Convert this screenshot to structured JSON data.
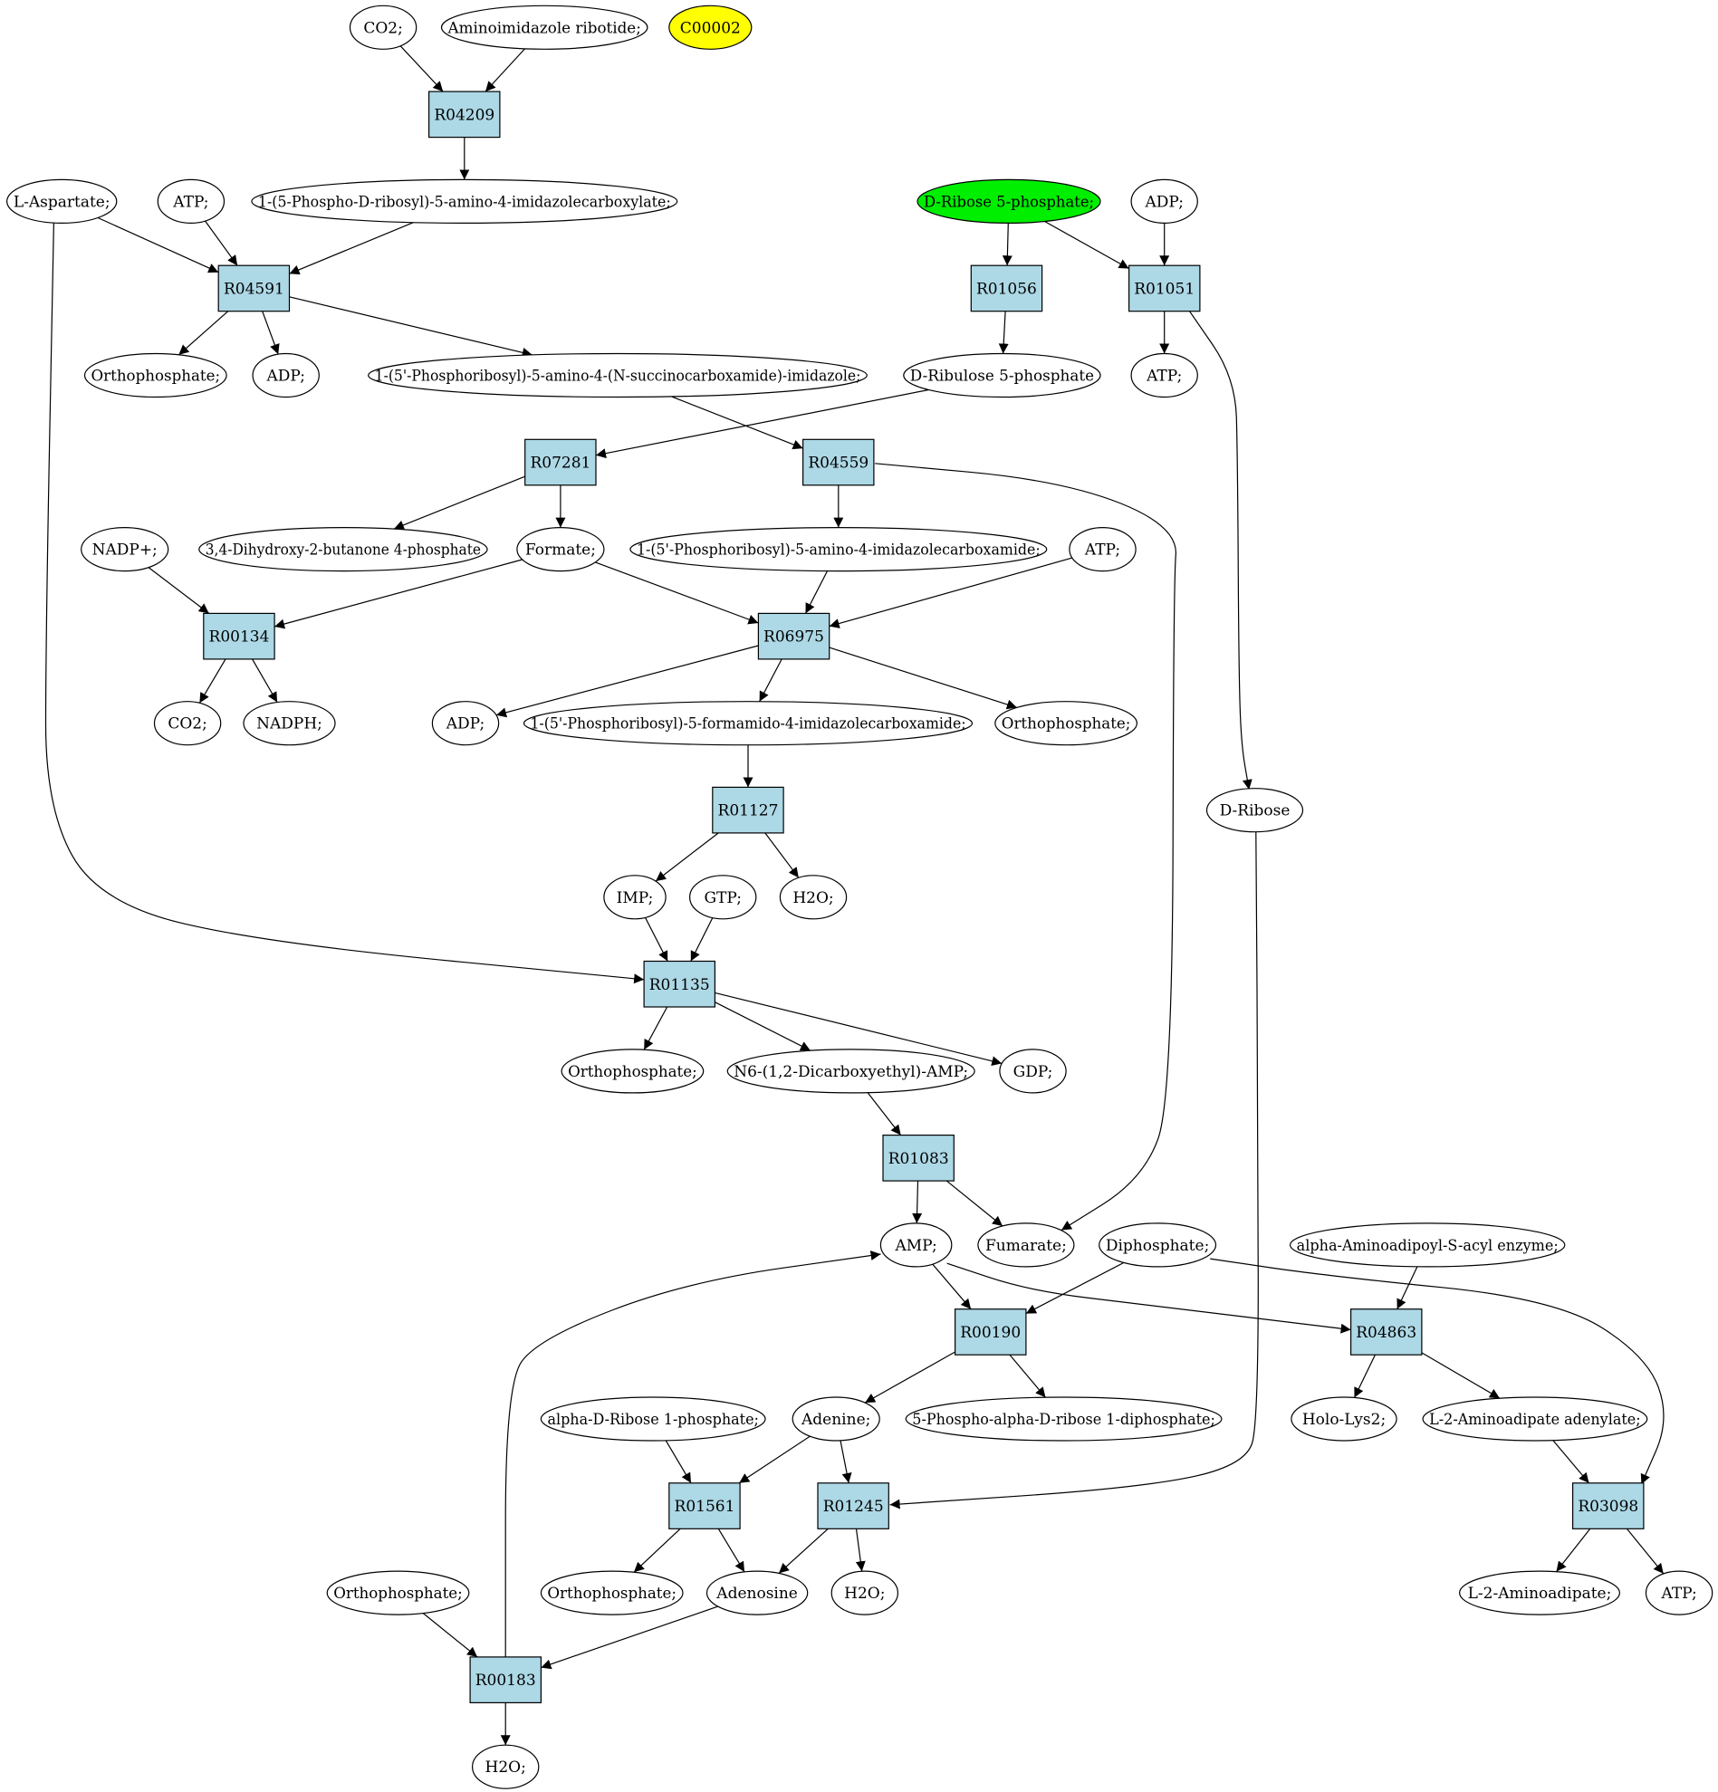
{
  "colors": {
    "reaction_fill": "#add8e6",
    "compound_fill": "#ffffff",
    "highlight_yellow": "#ffff00",
    "highlight_green": "#00ee00",
    "edge": "#000000"
  },
  "nodes": [
    {
      "id": "co2_top",
      "label": "CO2;",
      "kind": "compound"
    },
    {
      "id": "air",
      "label": "Aminoimidazole ribotide;",
      "kind": "compound"
    },
    {
      "id": "c00002",
      "label": "C00002",
      "kind": "compound",
      "fill": "yellow"
    },
    {
      "id": "R04209",
      "label": "R04209",
      "kind": "reaction"
    },
    {
      "id": "laspartate",
      "label": "L-Aspartate;",
      "kind": "compound"
    },
    {
      "id": "atp1",
      "label": "ATP;",
      "kind": "compound"
    },
    {
      "id": "caair",
      "label": "1-(5-Phospho-D-ribosyl)-5-amino-4-imidazolecarboxylate;",
      "kind": "compound"
    },
    {
      "id": "r5p",
      "label": "D-Ribose 5-phosphate;",
      "kind": "compound",
      "fill": "green"
    },
    {
      "id": "adp_top",
      "label": "ADP;",
      "kind": "compound"
    },
    {
      "id": "R04591",
      "label": "R04591",
      "kind": "reaction"
    },
    {
      "id": "R01056",
      "label": "R01056",
      "kind": "reaction"
    },
    {
      "id": "R01051",
      "label": "R01051",
      "kind": "reaction"
    },
    {
      "id": "ortho1",
      "label": "Orthophosphate;",
      "kind": "compound"
    },
    {
      "id": "adp1",
      "label": "ADP;",
      "kind": "compound"
    },
    {
      "id": "saicar",
      "label": "1-(5'-Phosphoribosyl)-5-amino-4-(N-succinocarboxamide)-imidazole;",
      "kind": "compound"
    },
    {
      "id": "ru5p",
      "label": "D-Ribulose 5-phosphate",
      "kind": "compound"
    },
    {
      "id": "atp_r01051",
      "label": "ATP;",
      "kind": "compound"
    },
    {
      "id": "R07281",
      "label": "R07281",
      "kind": "reaction"
    },
    {
      "id": "R04559",
      "label": "R04559",
      "kind": "reaction"
    },
    {
      "id": "nadp",
      "label": "NADP+;",
      "kind": "compound"
    },
    {
      "id": "dhbp",
      "label": "3,4-Dihydroxy-2-butanone 4-phosphate",
      "kind": "compound"
    },
    {
      "id": "formate",
      "label": "Formate;",
      "kind": "compound"
    },
    {
      "id": "aicar",
      "label": "1-(5'-Phosphoribosyl)-5-amino-4-imidazolecarboxamide;",
      "kind": "compound"
    },
    {
      "id": "atp2",
      "label": "ATP;",
      "kind": "compound"
    },
    {
      "id": "R00134",
      "label": "R00134",
      "kind": "reaction"
    },
    {
      "id": "R06975",
      "label": "R06975",
      "kind": "reaction"
    },
    {
      "id": "co2_2",
      "label": "CO2;",
      "kind": "compound"
    },
    {
      "id": "nadph",
      "label": "NADPH;",
      "kind": "compound"
    },
    {
      "id": "adp2",
      "label": "ADP;",
      "kind": "compound"
    },
    {
      "id": "faicar",
      "label": "1-(5'-Phosphoribosyl)-5-formamido-4-imidazolecarboxamide;",
      "kind": "compound"
    },
    {
      "id": "ortho2",
      "label": "Orthophosphate;",
      "kind": "compound"
    },
    {
      "id": "R01127",
      "label": "R01127",
      "kind": "reaction"
    },
    {
      "id": "dribose",
      "label": "D-Ribose",
      "kind": "compound"
    },
    {
      "id": "imp",
      "label": "IMP;",
      "kind": "compound"
    },
    {
      "id": "gtp",
      "label": "GTP;",
      "kind": "compound"
    },
    {
      "id": "h2o1",
      "label": "H2O;",
      "kind": "compound"
    },
    {
      "id": "R01135",
      "label": "R01135",
      "kind": "reaction"
    },
    {
      "id": "ortho3",
      "label": "Orthophosphate;",
      "kind": "compound"
    },
    {
      "id": "s_amp",
      "label": "N6-(1,2-Dicarboxyethyl)-AMP;",
      "kind": "compound"
    },
    {
      "id": "gdp",
      "label": "GDP;",
      "kind": "compound"
    },
    {
      "id": "R01083",
      "label": "R01083",
      "kind": "reaction"
    },
    {
      "id": "amp",
      "label": "AMP;",
      "kind": "compound"
    },
    {
      "id": "fumarate",
      "label": "Fumarate;",
      "kind": "compound"
    },
    {
      "id": "diphosphate",
      "label": "Diphosphate;",
      "kind": "compound"
    },
    {
      "id": "aaa_enzyme",
      "label": "alpha-Aminoadipoyl-S-acyl enzyme;",
      "kind": "compound"
    },
    {
      "id": "R00190",
      "label": "R00190",
      "kind": "reaction"
    },
    {
      "id": "R04863",
      "label": "R04863",
      "kind": "reaction"
    },
    {
      "id": "r1p",
      "label": "alpha-D-Ribose 1-phosphate;",
      "kind": "compound"
    },
    {
      "id": "adenine",
      "label": "Adenine;",
      "kind": "compound"
    },
    {
      "id": "prpp",
      "label": "5-Phospho-alpha-D-ribose 1-diphosphate;",
      "kind": "compound"
    },
    {
      "id": "hololys2",
      "label": "Holo-Lys2;",
      "kind": "compound"
    },
    {
      "id": "aad_adenylate",
      "label": "L-2-Aminoadipate adenylate;",
      "kind": "compound"
    },
    {
      "id": "R01561",
      "label": "R01561",
      "kind": "reaction"
    },
    {
      "id": "R01245",
      "label": "R01245",
      "kind": "reaction"
    },
    {
      "id": "R03098",
      "label": "R03098",
      "kind": "reaction"
    },
    {
      "id": "ortho_left",
      "label": "Orthophosphate;",
      "kind": "compound"
    },
    {
      "id": "ortho4",
      "label": "Orthophosphate;",
      "kind": "compound"
    },
    {
      "id": "adenosine",
      "label": "Adenosine",
      "kind": "compound"
    },
    {
      "id": "h2o2",
      "label": "H2O;",
      "kind": "compound"
    },
    {
      "id": "aad",
      "label": "L-2-Aminoadipate;",
      "kind": "compound"
    },
    {
      "id": "atp3",
      "label": "ATP;",
      "kind": "compound"
    },
    {
      "id": "R00183",
      "label": "R00183",
      "kind": "reaction"
    },
    {
      "id": "h2o3",
      "label": "H2O;",
      "kind": "compound"
    }
  ],
  "edges": [
    {
      "from": "co2_top",
      "to": "R04209"
    },
    {
      "from": "air",
      "to": "R04209"
    },
    {
      "from": "R04209",
      "to": "caair"
    },
    {
      "from": "laspartate",
      "to": "R04591"
    },
    {
      "from": "atp1",
      "to": "R04591"
    },
    {
      "from": "caair",
      "to": "R04591"
    },
    {
      "from": "R04591",
      "to": "ortho1"
    },
    {
      "from": "R04591",
      "to": "adp1"
    },
    {
      "from": "R04591",
      "to": "saicar"
    },
    {
      "from": "r5p",
      "to": "R01056"
    },
    {
      "from": "r5p",
      "to": "R01051"
    },
    {
      "from": "adp_top",
      "to": "R01051"
    },
    {
      "from": "R01056",
      "to": "ru5p"
    },
    {
      "from": "R01051",
      "to": "atp_r01051"
    },
    {
      "from": "R01051",
      "to": "dribose"
    },
    {
      "from": "ru5p",
      "to": "R07281"
    },
    {
      "from": "saicar",
      "to": "R04559"
    },
    {
      "from": "R07281",
      "to": "dhbp"
    },
    {
      "from": "R07281",
      "to": "formate"
    },
    {
      "from": "R04559",
      "to": "aicar"
    },
    {
      "from": "R04559",
      "to": "fumarate"
    },
    {
      "from": "nadp",
      "to": "R00134"
    },
    {
      "from": "formate",
      "to": "R00134"
    },
    {
      "from": "formate",
      "to": "R06975"
    },
    {
      "from": "aicar",
      "to": "R06975"
    },
    {
      "from": "atp2",
      "to": "R06975"
    },
    {
      "from": "R00134",
      "to": "co2_2"
    },
    {
      "from": "R00134",
      "to": "nadph"
    },
    {
      "from": "R06975",
      "to": "adp2"
    },
    {
      "from": "R06975",
      "to": "faicar"
    },
    {
      "from": "R06975",
      "to": "ortho2"
    },
    {
      "from": "faicar",
      "to": "R01127"
    },
    {
      "from": "R01127",
      "to": "imp"
    },
    {
      "from": "R01127",
      "to": "h2o1"
    },
    {
      "from": "imp",
      "to": "R01135"
    },
    {
      "from": "gtp",
      "to": "R01135"
    },
    {
      "from": "laspartate",
      "to": "R01135"
    },
    {
      "from": "R01135",
      "to": "ortho3"
    },
    {
      "from": "R01135",
      "to": "s_amp"
    },
    {
      "from": "R01135",
      "to": "gdp"
    },
    {
      "from": "s_amp",
      "to": "R01083"
    },
    {
      "from": "R01083",
      "to": "amp"
    },
    {
      "from": "R01083",
      "to": "fumarate"
    },
    {
      "from": "amp",
      "to": "R00190"
    },
    {
      "from": "diphosphate",
      "to": "R00190"
    },
    {
      "from": "amp",
      "to": "R04863"
    },
    {
      "from": "aaa_enzyme",
      "to": "R04863"
    },
    {
      "from": "diphosphate",
      "to": "R03098"
    },
    {
      "from": "R00190",
      "to": "adenine"
    },
    {
      "from": "R00190",
      "to": "prpp"
    },
    {
      "from": "R04863",
      "to": "hololys2"
    },
    {
      "from": "R04863",
      "to": "aad_adenylate"
    },
    {
      "from": "r1p",
      "to": "R01561"
    },
    {
      "from": "adenine",
      "to": "R01561"
    },
    {
      "from": "adenine",
      "to": "R01245"
    },
    {
      "from": "dribose",
      "to": "R01245"
    },
    {
      "from": "aad_adenylate",
      "to": "R03098"
    },
    {
      "from": "R01561",
      "to": "ortho4"
    },
    {
      "from": "R01561",
      "to": "adenosine"
    },
    {
      "from": "R01245",
      "to": "adenosine"
    },
    {
      "from": "R01245",
      "to": "h2o2"
    },
    {
      "from": "R03098",
      "to": "aad"
    },
    {
      "from": "R03098",
      "to": "atp3"
    },
    {
      "from": "ortho_left",
      "to": "R00183"
    },
    {
      "from": "adenosine",
      "to": "R00183"
    },
    {
      "from": "R00183",
      "to": "h2o3"
    },
    {
      "from": "R00183",
      "to": "amp"
    }
  ]
}
